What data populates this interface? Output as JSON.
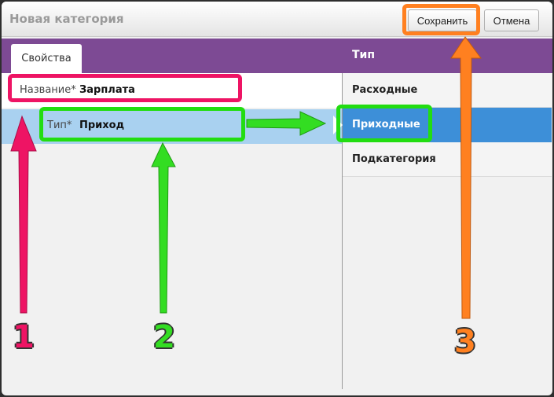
{
  "window": {
    "title": "Новая категория"
  },
  "toolbar": {
    "save_label": "Сохранить",
    "cancel_label": "Отмена"
  },
  "tabs": [
    {
      "label": "Свойства"
    }
  ],
  "form": {
    "name": {
      "label": "Название*",
      "value": "Зарплата"
    },
    "type": {
      "label": "Тип*",
      "value": "Приход"
    }
  },
  "type_panel": {
    "header": "Тип",
    "items": [
      {
        "label": "Расходные",
        "selected": false
      },
      {
        "label": "Приходные",
        "selected": true
      },
      {
        "label": "Подкатегория",
        "selected": false
      }
    ]
  },
  "annotations": {
    "markers": [
      "1",
      "2",
      "3"
    ],
    "colors": {
      "marker_1": "#ee1464",
      "marker_2": "#22dd11",
      "marker_3": "#ff8020"
    }
  },
  "colors": {
    "header_purple": "#7d4a94",
    "selected_row": "#a9d1f0",
    "selected_item": "#3d8fd8"
  }
}
